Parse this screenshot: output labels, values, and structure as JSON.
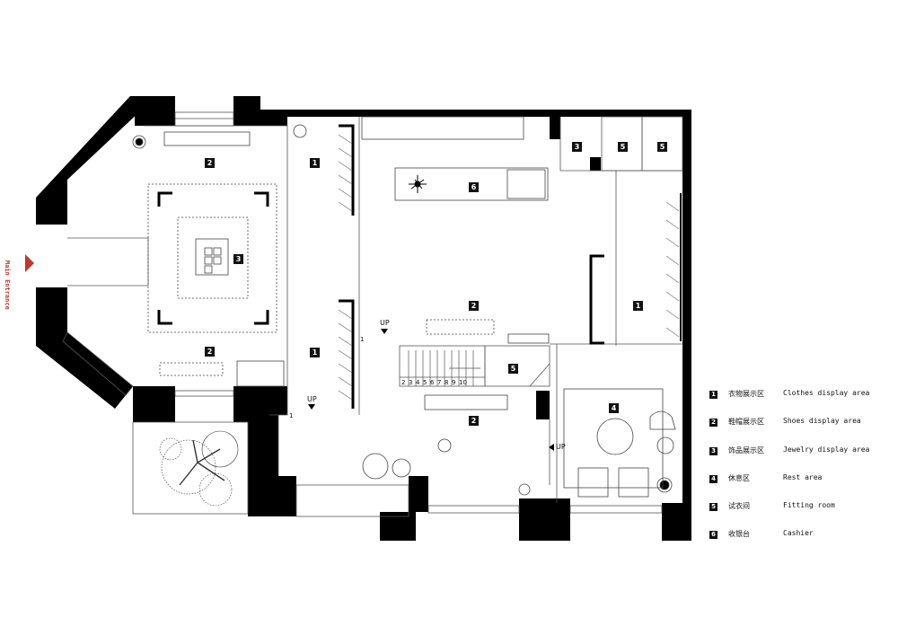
{
  "entrance": {
    "label": "Main Entrance"
  },
  "zones": {
    "z1a": "1",
    "z1b": "1",
    "z1c": "1",
    "z2a": "2",
    "z2b": "2",
    "z2c": "2",
    "z2d": "2",
    "z3a": "3",
    "z3b": "3",
    "z4": "4",
    "z5a": "5",
    "z5b": "5",
    "z5c": "5",
    "z6": "6"
  },
  "stairs": {
    "up1": "UP",
    "up2": "UP",
    "up3": "UP",
    "one_a": "1",
    "one_b": "1",
    "steps": [
      "2",
      "3",
      "4",
      "5",
      "6",
      "7",
      "8",
      "9",
      "10"
    ]
  },
  "legend": [
    {
      "num": "1",
      "cn": "衣物展示区",
      "en": "Clothes display area"
    },
    {
      "num": "2",
      "cn": "鞋帽展示区",
      "en": "Shoes display area"
    },
    {
      "num": "3",
      "cn": "饰品展示区",
      "en": "Jewelry display area"
    },
    {
      "num": "4",
      "cn": "休息区",
      "en": "Rest area"
    },
    {
      "num": "5",
      "cn": "试衣间",
      "en": "Fitting room"
    },
    {
      "num": "6",
      "cn": "收银台",
      "en": "Cashier"
    }
  ],
  "colors": {
    "wall": "#000000",
    "line": "#555555",
    "entrance_arrow": "#c0392b"
  }
}
